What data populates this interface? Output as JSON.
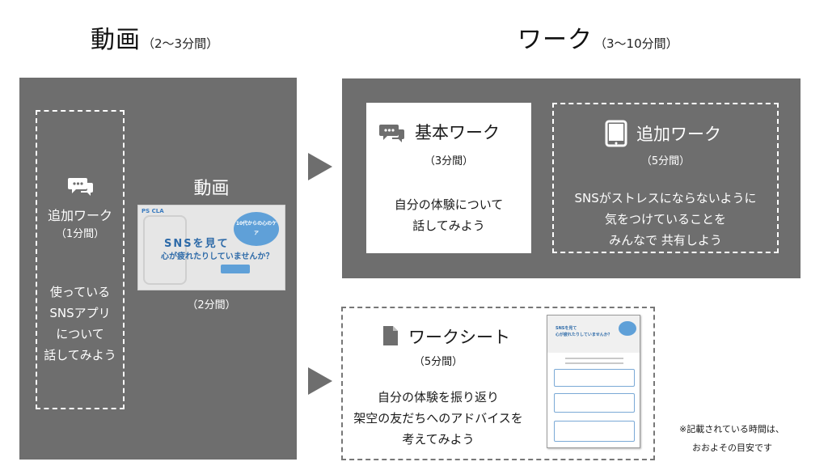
{
  "headings": {
    "video": {
      "title": "動画",
      "duration": "（2～3分間）"
    },
    "work": {
      "title": "ワーク",
      "duration": "（3～10分間）"
    }
  },
  "left_panel": {
    "extra_work": {
      "title": "追加ワーク",
      "duration": "（1分間）",
      "lines": [
        "使っている",
        "SNSアプリ",
        "について",
        "話してみよう"
      ]
    },
    "video": {
      "title": "動画",
      "duration": "（2分間）",
      "thumbnail": {
        "logo": "PS CLA",
        "badge": "10代からの心のケア",
        "line1": "SNSを見て",
        "line2": "心が疲れたりしていませんか？"
      }
    }
  },
  "work_panel": {
    "basic": {
      "title": "基本ワーク",
      "duration": "（3分間）",
      "lines": [
        "自分の体験について",
        "話してみよう"
      ]
    },
    "extra": {
      "title": "追加ワーク",
      "duration": "（5分間）",
      "lines": [
        "SNSがストレスにならないように",
        "気をつけていることを",
        "みんなで 共有しよう"
      ]
    }
  },
  "worksheet": {
    "title": "ワークシート",
    "duration": "（5分間）",
    "lines": [
      "自分の体験を振り返り",
      "架空の友だちへのアドバイスを",
      "考えてみよう"
    ],
    "preview": {
      "line1": "SNSを見て",
      "line2": "心が疲れたりしていませんか？"
    }
  },
  "note": {
    "line1": "※記載されている時間は、",
    "line2": "おおよその目安です"
  },
  "icons": {
    "chat": "chat-bubbles-icon",
    "tablet": "tablet-icon",
    "document": "document-icon",
    "arrow": "play-arrow-icon"
  },
  "colors": {
    "panel_gray": "#6e6e6e",
    "thumbnail_blue": "#5fa0d8"
  }
}
